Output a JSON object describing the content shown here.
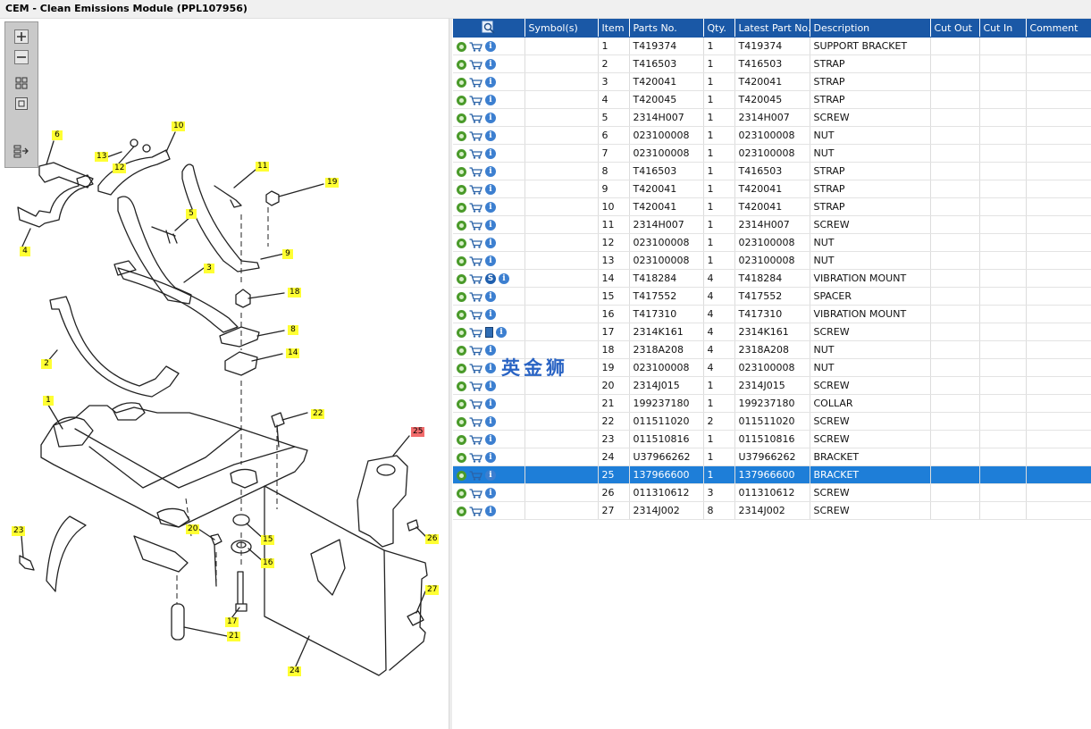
{
  "window": {
    "title": "CEM - Clean Emissions Module (PPL107956)"
  },
  "toolbar": {
    "items": [
      {
        "name": "zoom-in-icon"
      },
      {
        "name": "zoom-out-icon"
      },
      {
        "name": "fit-view-icon"
      },
      {
        "name": "actual-size-icon"
      },
      {
        "name": "panel-toggle-icon"
      }
    ]
  },
  "diagram": {
    "callouts": [
      "1",
      "2",
      "3",
      "4",
      "5",
      "6",
      "8",
      "9",
      "10",
      "11",
      "12",
      "13",
      "14",
      "15",
      "16",
      "17",
      "18",
      "19",
      "20",
      "21",
      "22",
      "23",
      "24",
      "25",
      "26",
      "27"
    ],
    "highlighted": "25"
  },
  "table": {
    "headers": {
      "symbols": "Symbol(s)",
      "item": "Item",
      "parts_no": "Parts No.",
      "qty": "Qty.",
      "latest": "Latest Part No.",
      "description": "Description",
      "cut_out": "Cut Out",
      "cut_in": "Cut In",
      "comment": "Comment"
    },
    "selected_item": "25",
    "rows": [
      {
        "item": "1",
        "parts_no": "T419374",
        "qty": "1",
        "latest": "T419374",
        "description": "SUPPORT BRACKET",
        "extra": ""
      },
      {
        "item": "2",
        "parts_no": "T416503",
        "qty": "1",
        "latest": "T416503",
        "description": "STRAP",
        "extra": ""
      },
      {
        "item": "3",
        "parts_no": "T420041",
        "qty": "1",
        "latest": "T420041",
        "description": "STRAP",
        "extra": ""
      },
      {
        "item": "4",
        "parts_no": "T420045",
        "qty": "1",
        "latest": "T420045",
        "description": "STRAP",
        "extra": ""
      },
      {
        "item": "5",
        "parts_no": "2314H007",
        "qty": "1",
        "latest": "2314H007",
        "description": "SCREW",
        "extra": ""
      },
      {
        "item": "6",
        "parts_no": "023100008",
        "qty": "1",
        "latest": "023100008",
        "description": "NUT",
        "extra": ""
      },
      {
        "item": "7",
        "parts_no": "023100008",
        "qty": "1",
        "latest": "023100008",
        "description": "NUT",
        "extra": ""
      },
      {
        "item": "8",
        "parts_no": "T416503",
        "qty": "1",
        "latest": "T416503",
        "description": "STRAP",
        "extra": ""
      },
      {
        "item": "9",
        "parts_no": "T420041",
        "qty": "1",
        "latest": "T420041",
        "description": "STRAP",
        "extra": ""
      },
      {
        "item": "10",
        "parts_no": "T420041",
        "qty": "1",
        "latest": "T420041",
        "description": "STRAP",
        "extra": ""
      },
      {
        "item": "11",
        "parts_no": "2314H007",
        "qty": "1",
        "latest": "2314H007",
        "description": "SCREW",
        "extra": ""
      },
      {
        "item": "12",
        "parts_no": "023100008",
        "qty": "1",
        "latest": "023100008",
        "description": "NUT",
        "extra": ""
      },
      {
        "item": "13",
        "parts_no": "023100008",
        "qty": "1",
        "latest": "023100008",
        "description": "NUT",
        "extra": ""
      },
      {
        "item": "14",
        "parts_no": "T418284",
        "qty": "4",
        "latest": "T418284",
        "description": "VIBRATION MOUNT",
        "extra": "s"
      },
      {
        "item": "15",
        "parts_no": "T417552",
        "qty": "4",
        "latest": "T417552",
        "description": "SPACER",
        "extra": ""
      },
      {
        "item": "16",
        "parts_no": "T417310",
        "qty": "4",
        "latest": "T417310",
        "description": "VIBRATION MOUNT",
        "extra": ""
      },
      {
        "item": "17",
        "parts_no": "2314K161",
        "qty": "4",
        "latest": "2314K161",
        "description": "SCREW",
        "extra": "book"
      },
      {
        "item": "18",
        "parts_no": "2318A208",
        "qty": "4",
        "latest": "2318A208",
        "description": "NUT",
        "extra": ""
      },
      {
        "item": "19",
        "parts_no": "023100008",
        "qty": "4",
        "latest": "023100008",
        "description": "NUT",
        "extra": ""
      },
      {
        "item": "20",
        "parts_no": "2314J015",
        "qty": "1",
        "latest": "2314J015",
        "description": "SCREW",
        "extra": ""
      },
      {
        "item": "21",
        "parts_no": "199237180",
        "qty": "1",
        "latest": "199237180",
        "description": "COLLAR",
        "extra": ""
      },
      {
        "item": "22",
        "parts_no": "011511020",
        "qty": "2",
        "latest": "011511020",
        "description": "SCREW",
        "extra": ""
      },
      {
        "item": "23",
        "parts_no": "011510816",
        "qty": "1",
        "latest": "011510816",
        "description": "SCREW",
        "extra": ""
      },
      {
        "item": "24",
        "parts_no": "U37966262",
        "qty": "1",
        "latest": "U37966262",
        "description": "BRACKET",
        "extra": ""
      },
      {
        "item": "25",
        "parts_no": "137966600",
        "qty": "1",
        "latest": "137966600",
        "description": "BRACKET",
        "extra": ""
      },
      {
        "item": "26",
        "parts_no": "011310612",
        "qty": "3",
        "latest": "011310612",
        "description": "SCREW",
        "extra": ""
      },
      {
        "item": "27",
        "parts_no": "2314J002",
        "qty": "8",
        "latest": "2314J002",
        "description": "SCREW",
        "extra": ""
      }
    ]
  },
  "watermark": {
    "text": "英金狮"
  },
  "colors": {
    "header_bg": "#1a58a6",
    "selected_row": "#1e7ed8",
    "callout": "#ffff33",
    "callout_highlight": "#f26b6b"
  }
}
